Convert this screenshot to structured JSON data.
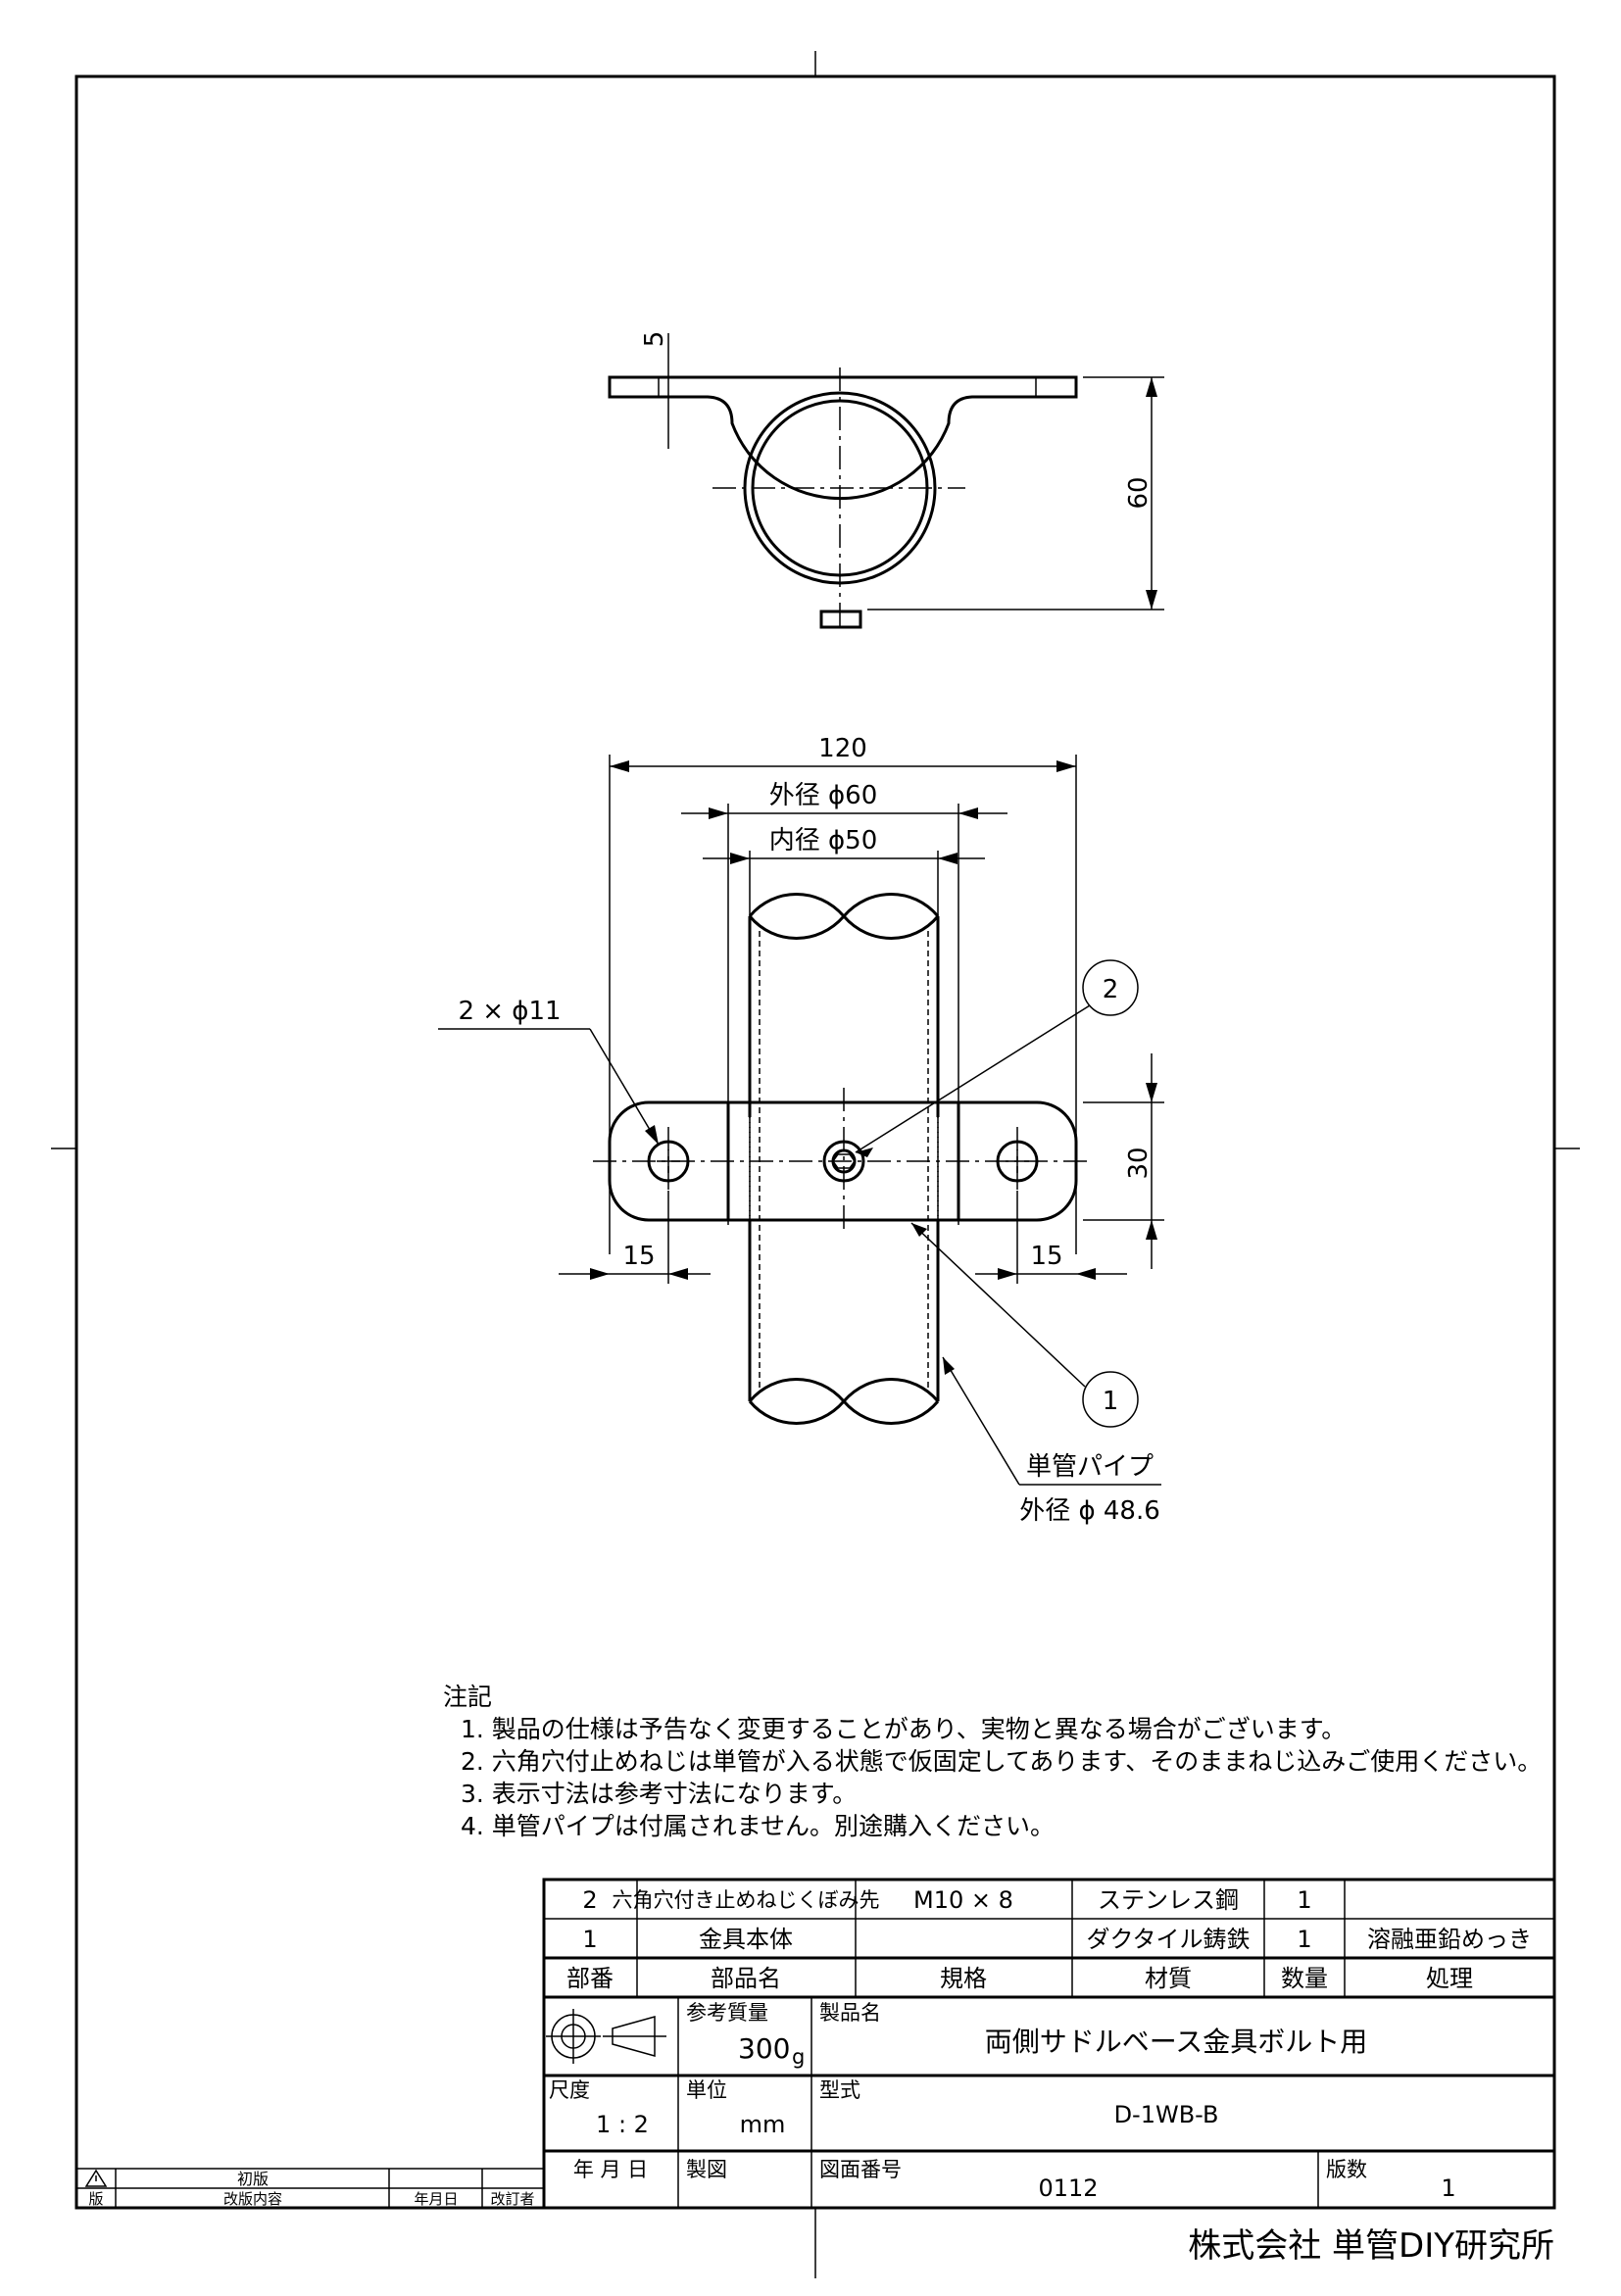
{
  "drawing": {
    "dims": {
      "plate_thickness": "5",
      "height": "60",
      "width": "120",
      "outer_dia": "外径 ϕ60",
      "inner_dia": "内径 ϕ50",
      "holes": "2 × ϕ11",
      "plate_width": "30",
      "edge_left": "15",
      "edge_right": "15"
    },
    "balloons": {
      "one": "1",
      "two": "2"
    },
    "pipe_label": "単管パイプ",
    "pipe_od": "外径 ϕ 48.6"
  },
  "notes": {
    "title": "注記",
    "items": [
      "1. 製品の仕様は予告なく変更することがあり、実物と異なる場合がございます。",
      "2. 六角穴付止めねじは単管が入る状態で仮固定してあります、そのままねじ込みご使用ください。",
      "3. 表示寸法は参考寸法になります。",
      "4. 単管パイプは付属されません。別途購入ください。"
    ]
  },
  "parts": [
    {
      "no": "2",
      "name": "六角穴付き止めねじくぼみ先",
      "spec": "M10 × 8",
      "material": "ステンレス鋼",
      "qty": "1",
      "treatment": ""
    },
    {
      "no": "1",
      "name": "金具本体",
      "spec": "",
      "material": "ダクタイル鋳鉄",
      "qty": "1",
      "treatment": "溶融亜鉛めっき"
    }
  ],
  "parts_header": {
    "no": "部番",
    "name": "部品名",
    "spec": "規格",
    "material": "材質",
    "qty": "数量",
    "treatment": "処理"
  },
  "title_block": {
    "mass_label": "参考質量",
    "mass_value": "300",
    "mass_unit": "g",
    "product_label": "製品名",
    "product_name": "両側サドルベース金具ボルト用",
    "scale_label": "尺度",
    "scale_value": "1 : 2",
    "unit_label": "単位",
    "unit_value": "mm",
    "model_label": "型式",
    "model_value": "D-1WB-B",
    "date_label": "年 月 日",
    "drawn_label": "製図",
    "drawing_no_label": "図面番号",
    "drawing_no_value": "0112",
    "edition_label": "版数",
    "edition_value": "1"
  },
  "revision": {
    "first_edition": "初版",
    "col_ver": "版",
    "col_content": "改版内容",
    "col_date": "年月日",
    "col_editor": "改訂者"
  },
  "company": "株式会社 単管DIY研究所"
}
